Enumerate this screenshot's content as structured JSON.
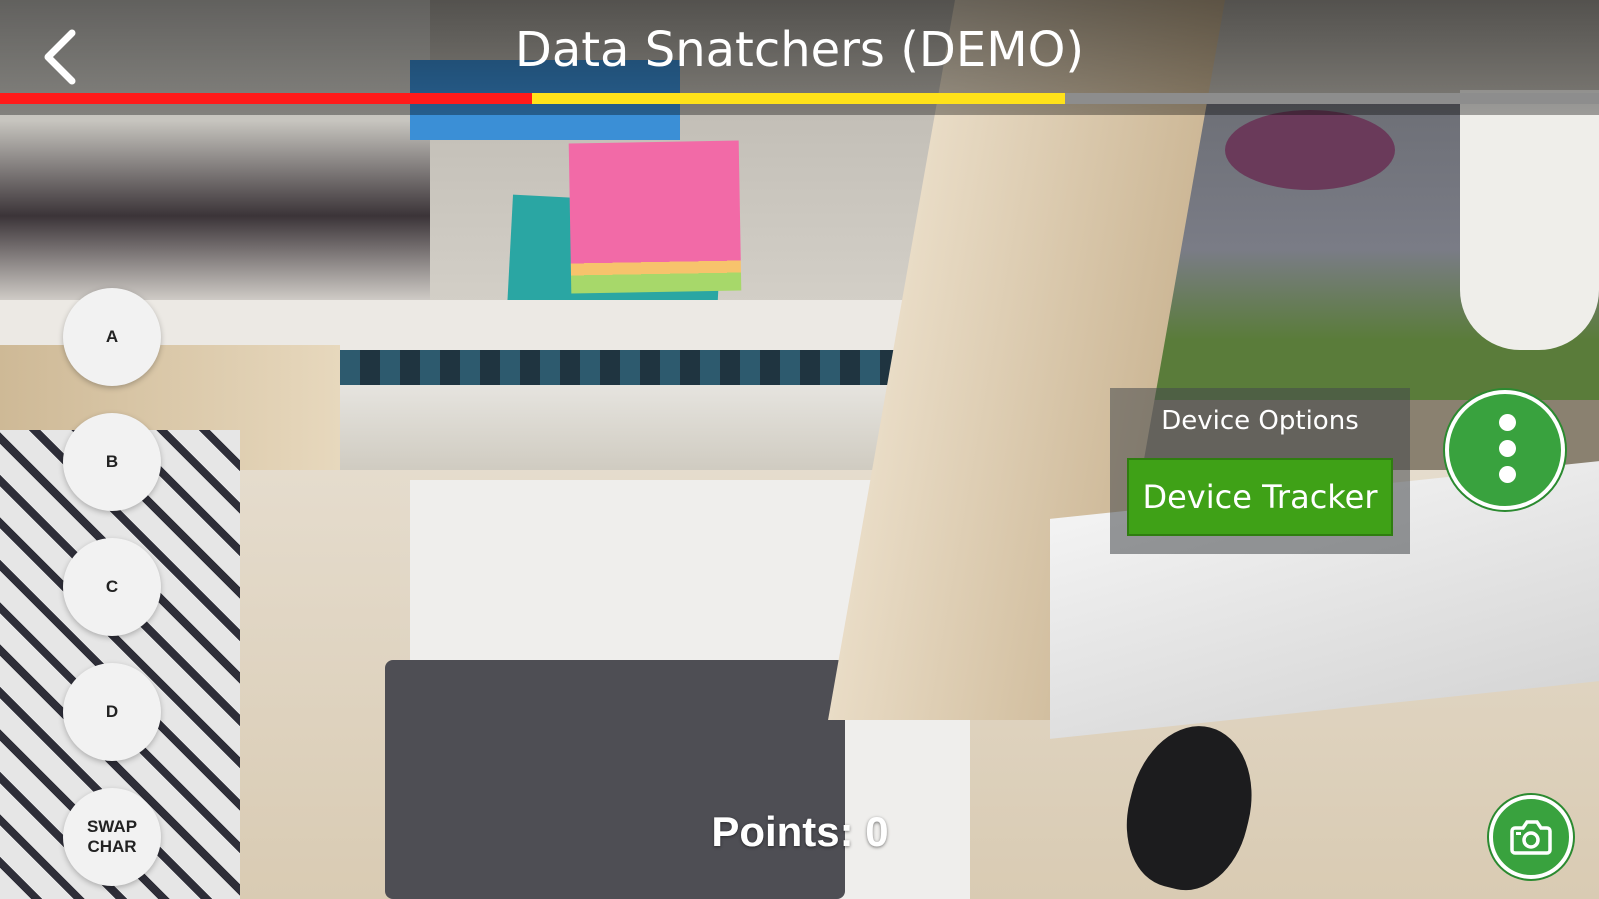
{
  "app": {
    "title": "Data Snatchers (DEMO)"
  },
  "progress": {
    "segments": [
      {
        "color": "#ff1a1a",
        "fraction": 0.333
      },
      {
        "color": "#ffe21a",
        "fraction": 0.333
      },
      {
        "color": "#8d8d8d",
        "fraction": 0.334
      }
    ]
  },
  "answers": [
    {
      "label": "A"
    },
    {
      "label": "B"
    },
    {
      "label": "C"
    },
    {
      "label": "D"
    },
    {
      "label": "SWAP\nCHAR"
    }
  ],
  "device_options": {
    "title": "Device Options",
    "tracker_label": "Device Tracker"
  },
  "score": {
    "text": "Points: 0"
  },
  "icons": {
    "back": "chevron-left-icon",
    "menu": "more-vertical-icon",
    "camera": "camera-icon"
  },
  "colors": {
    "accent_green": "#3fa117",
    "menu_green": "#39a23e"
  }
}
